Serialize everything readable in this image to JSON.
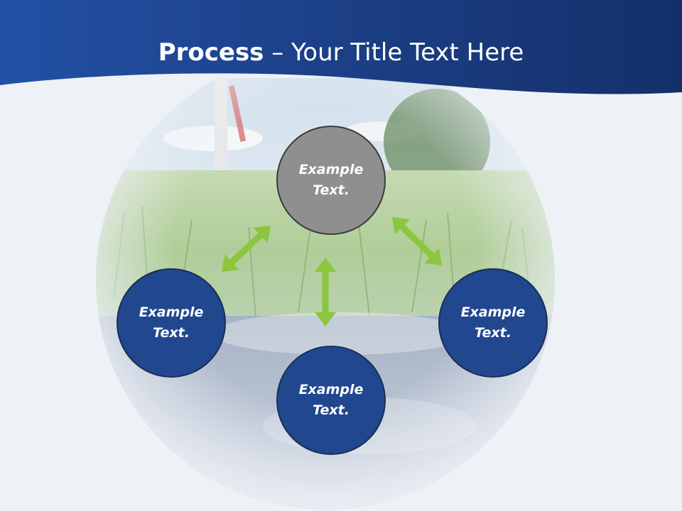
{
  "title": {
    "bold": "Process",
    "rest": " – Your Title Text Here"
  },
  "colors": {
    "banner": "#21478f",
    "node_blue": "#21478f",
    "node_gray": "#8f8f8f",
    "arrow": "#8cc63f"
  },
  "nodes": [
    {
      "id": "top",
      "text": "Example Text."
    },
    {
      "id": "left",
      "text": "Example Text."
    },
    {
      "id": "bottom",
      "text": "Example Text."
    },
    {
      "id": "right",
      "text": "Example Text."
    }
  ]
}
